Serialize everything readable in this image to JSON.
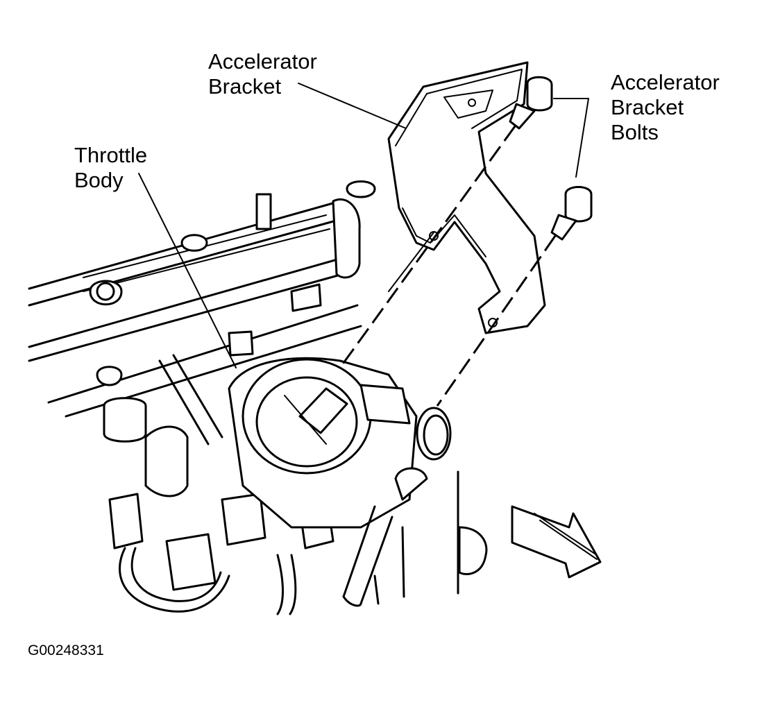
{
  "labels": {
    "accelerator_bracket": [
      "Accelerator",
      "Bracket"
    ],
    "accelerator_bracket_bolts": [
      "Accelerator",
      "Bracket",
      "Bolts"
    ],
    "throttle_body": [
      "Throttle",
      "Body"
    ]
  },
  "figure_id": "G00248331",
  "colors": {
    "line": "#000000",
    "background": "#ffffff"
  }
}
